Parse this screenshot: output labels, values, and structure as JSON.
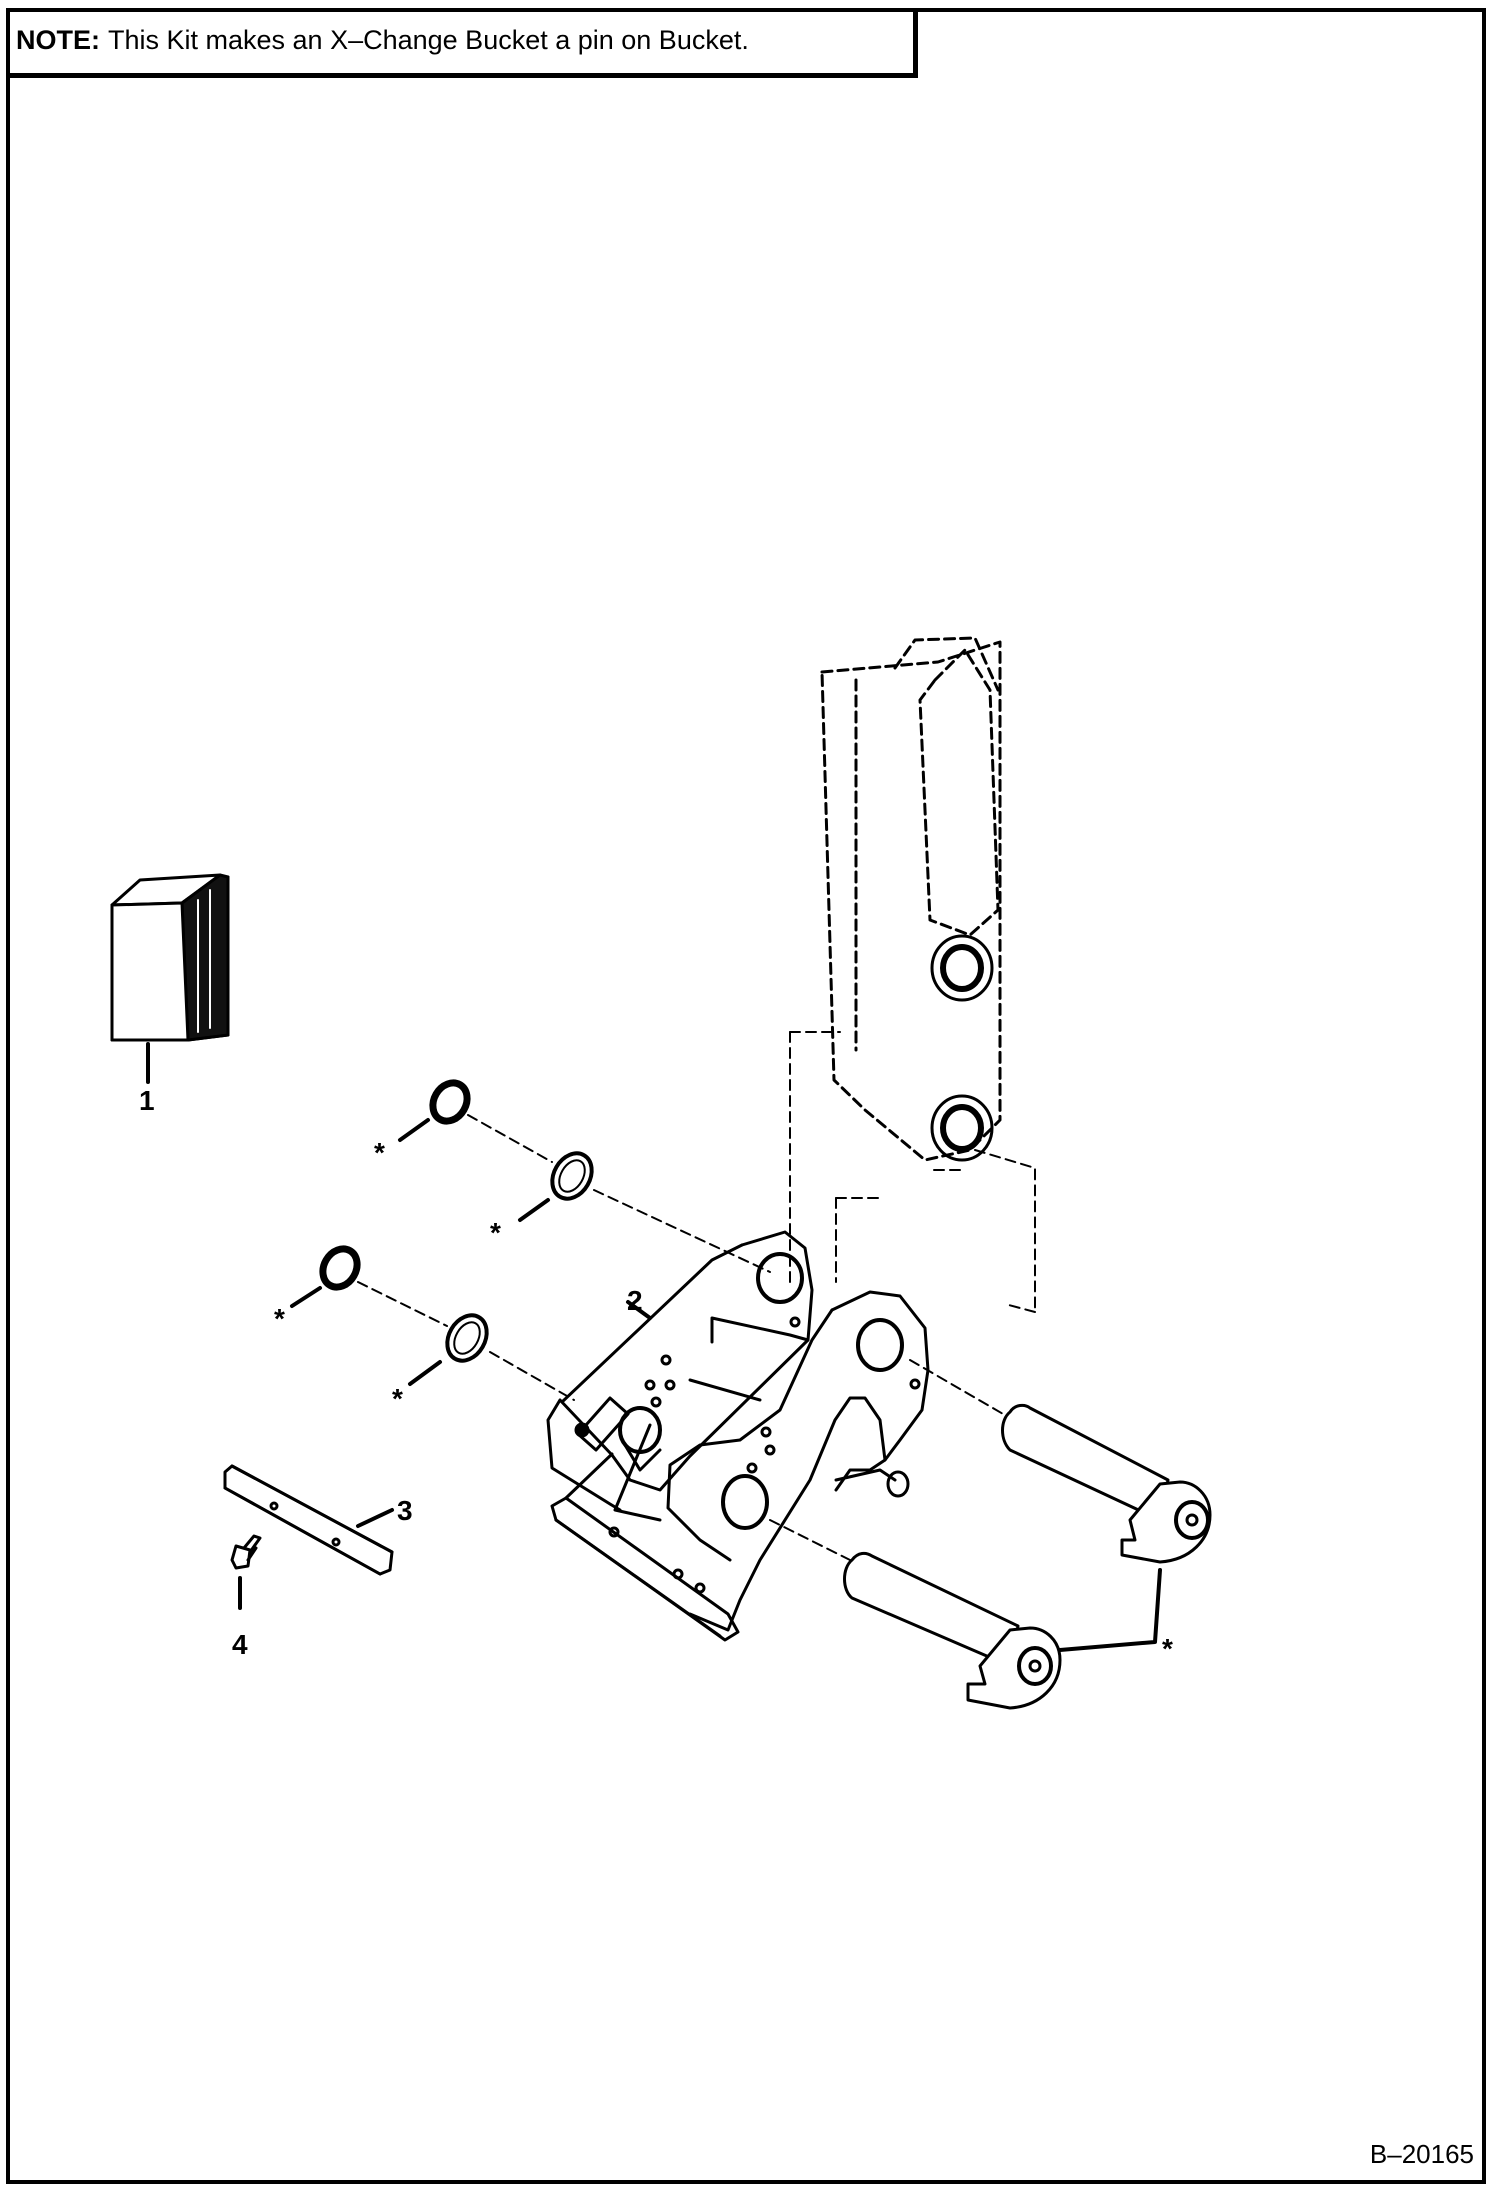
{
  "note": {
    "label": "NOTE:",
    "text": "This Kit makes an X–Change Bucket a pin on Bucket."
  },
  "drawing_number": "B–20165",
  "callouts": {
    "item1": "1",
    "item2": "2",
    "item3": "3",
    "item4": "4",
    "asterisk": "*"
  }
}
